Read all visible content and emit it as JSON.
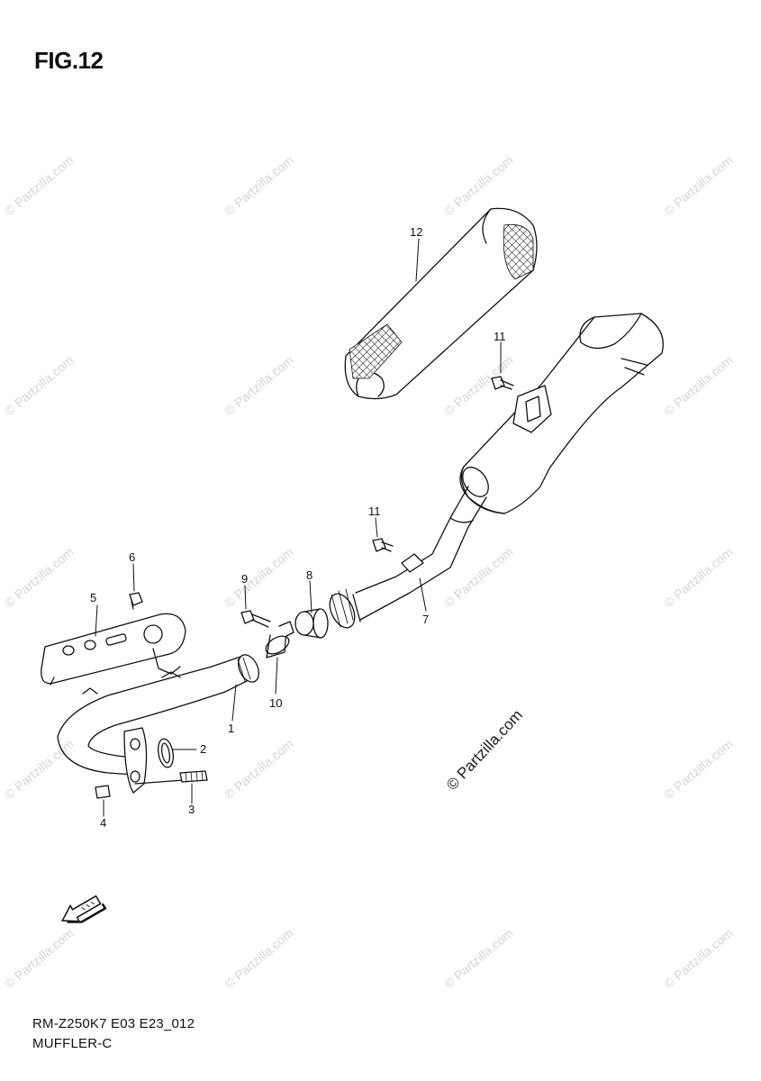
{
  "title": "FIG.12",
  "footer": {
    "code": "RM-Z250K7 E03 E23_012",
    "name": "MUFFLER-C"
  },
  "watermark_text": "© Partzilla.com",
  "center_watermark": "© Partzilla.com",
  "callouts": [
    "1",
    "2",
    "3",
    "4",
    "5",
    "6",
    "7",
    "8",
    "9",
    "10",
    "11",
    "11",
    "12"
  ],
  "colors": {
    "line": "#111111",
    "watermark": "#d4d4d4"
  },
  "icons": [
    "front-direction-arrow-icon"
  ]
}
